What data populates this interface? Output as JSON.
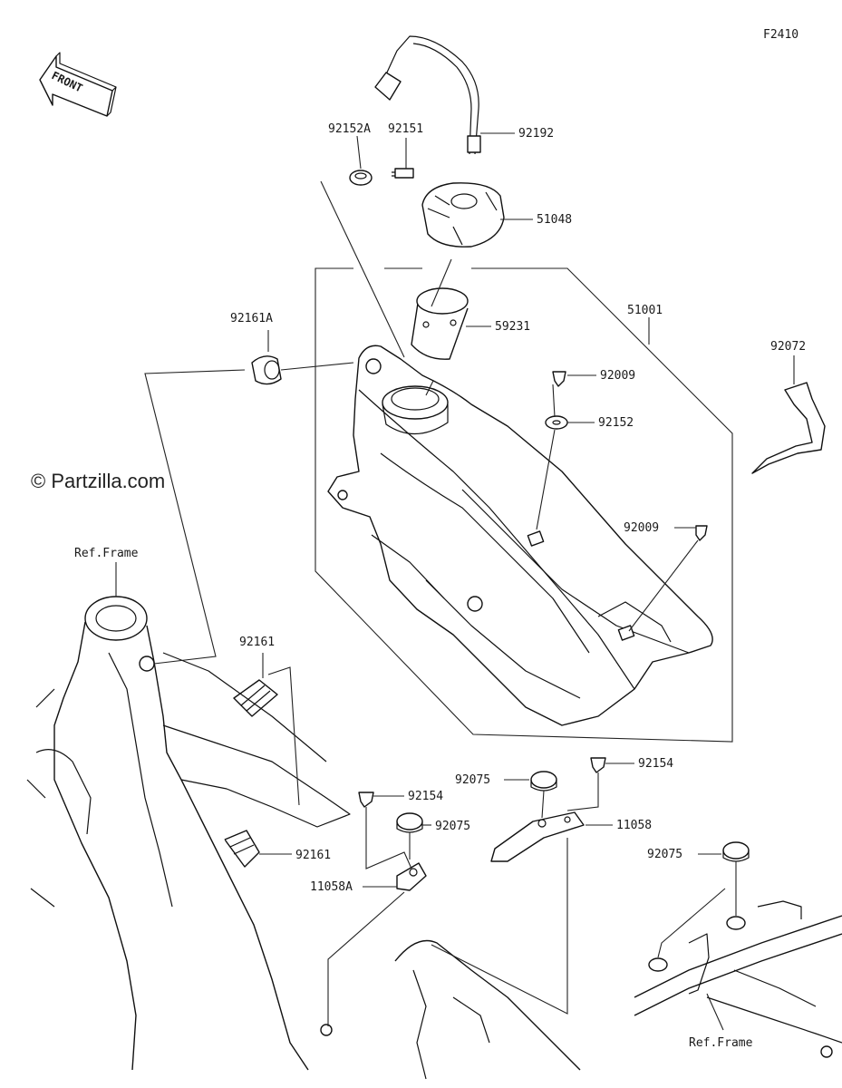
{
  "figure_code": "F2410",
  "watermark": "© Partzilla.com",
  "front_label": "FRONT",
  "ref_frame_labels": [
    "Ref.Frame",
    "Ref.Frame"
  ],
  "callouts": [
    "92192",
    "92152A",
    "92151",
    "51048",
    "59231",
    "51001",
    "92161A",
    "92072",
    "92009",
    "92152",
    "92009",
    "92161",
    "92161",
    "92154",
    "92075",
    "11058A",
    "92075",
    "92154",
    "11058",
    "92075"
  ]
}
